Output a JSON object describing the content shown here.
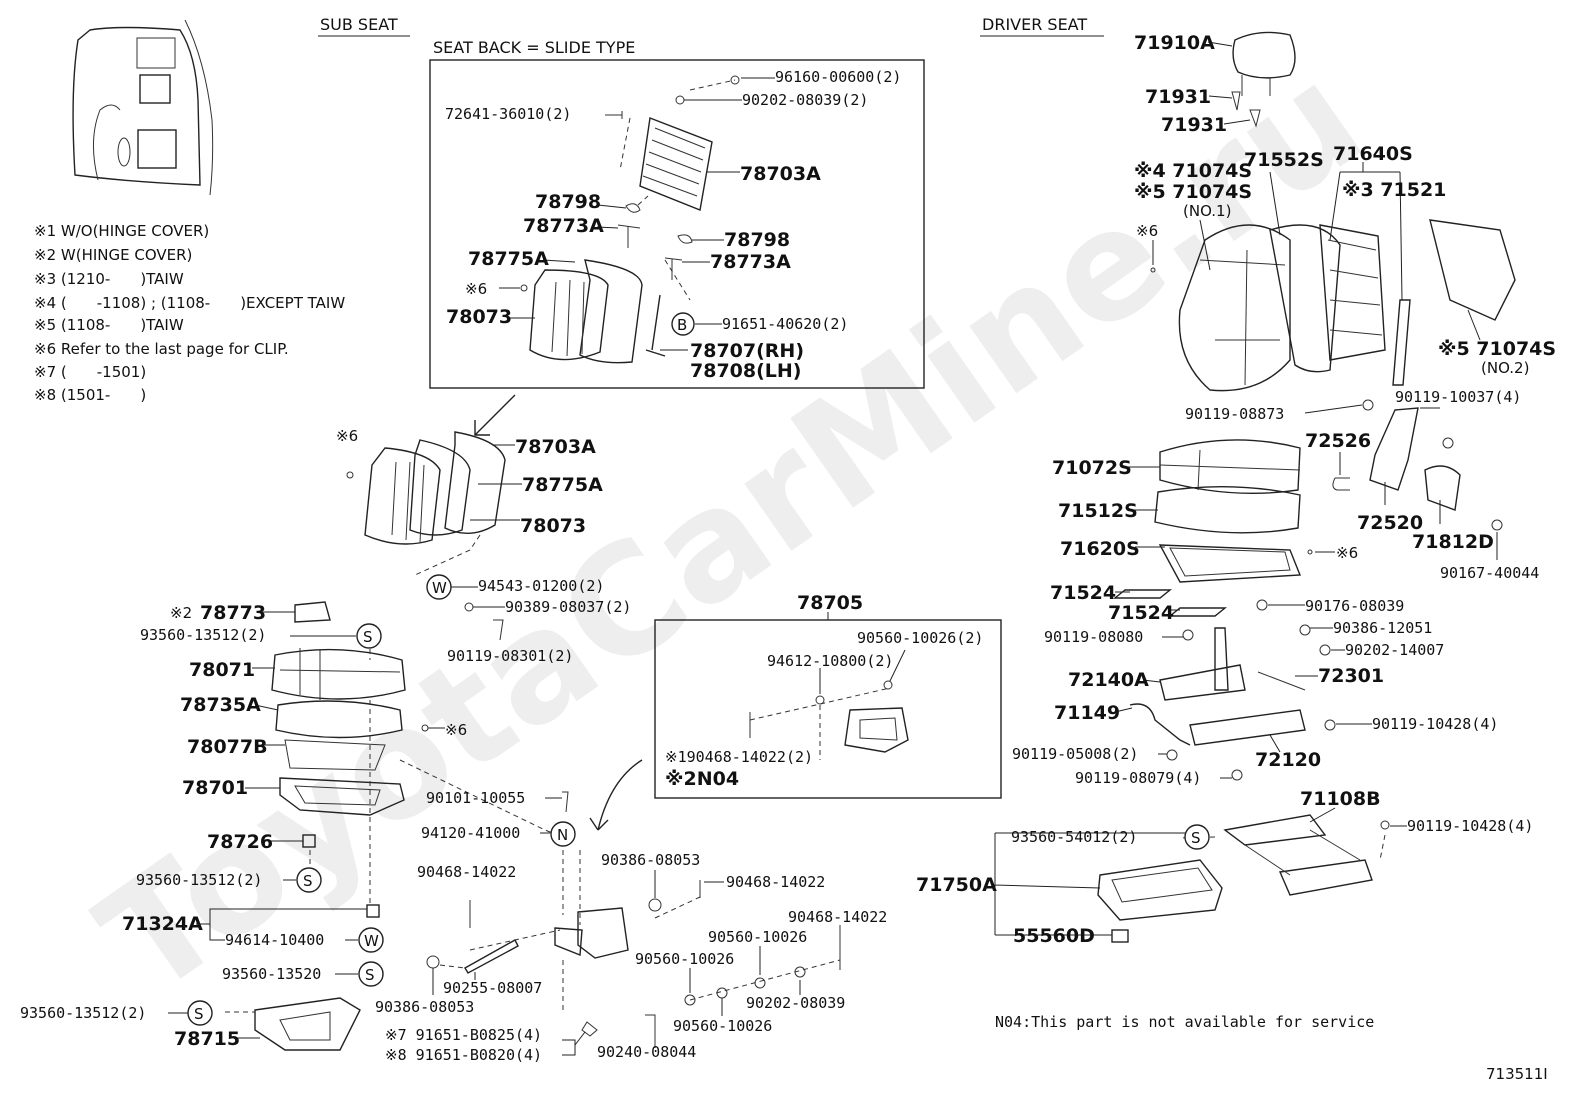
{
  "headers": {
    "sub_seat": "SUB SEAT",
    "driver_seat": "DRIVER SEAT",
    "seat_back_slide": "SEAT BACK = SLIDE TYPE"
  },
  "notes": [
    "※1 W/O(HINGE COVER)",
    "※2 W(HINGE COVER)",
    "※3 (1210-　　)TAIW",
    "※4 (　　-1108) ; (1108-　　)EXCEPT TAIW",
    "※5 (1108-　　)TAIW",
    "※6 Refer to the last page for CLIP.",
    "※7 (　　-1501)",
    "※8 (1501-　　)"
  ],
  "watermark": "ToyotaCarMine.ru",
  "footer": {
    "n04_note": "N04:This part is not available for service",
    "diagram_id": "713511I"
  },
  "labels": {
    "p1": "96160-00600(2)",
    "p2": "90202-08039(2)",
    "p3": "72641-36010(2)",
    "p4": "78703A",
    "p5": "78798",
    "p6": "78773A",
    "p7": "78798",
    "p8": "78773A",
    "p9": "78775A",
    "p10": "※6",
    "p11": "78073",
    "p12": "91651-40620(2)",
    "p13": "78707(RH)",
    "p14": "78708(LH)",
    "p15": "※6",
    "p16": "78703A",
    "p17": "78775A",
    "p18": "78073",
    "p19": "94543-01200(2)",
    "p20": "90389-08037(2)",
    "p21": "90119-08301(2)",
    "p22": "※2",
    "p23": "78773",
    "p24": "93560-13512(2)",
    "p25": "78071",
    "p26": "78735A",
    "p27": "※6",
    "p28": "78077B",
    "p29": "78701",
    "p30": "90101-10055",
    "p31": "94120-41000",
    "p32": "78726",
    "p33": "93560-13512(2)",
    "p34": "71324A",
    "p35": "94614-10400",
    "p36": "93560-13520",
    "p37": "93560-13512(2)",
    "p38": "78715",
    "p39": "78705",
    "p40": "90560-10026(2)",
    "p41": "94612-10800(2)",
    "p42": "※190468-14022(2)",
    "p43": "※2N04",
    "p44": "90386-08053",
    "p45": "90468-14022",
    "p46": "90468-14022",
    "p47": "90468-14022",
    "p48": "90560-10026",
    "p49": "90560-10026",
    "p50": "90255-08007",
    "p51": "90202-08039",
    "p52": "90386-08053",
    "p53": "90560-10026",
    "p54": "※7 91651-B0825(4)",
    "p55": "※8 91651-B0820(4)",
    "p56": "90240-08044",
    "d1": "71910A",
    "d2": "71931",
    "d3": "71931",
    "d4": "※4 71074S",
    "d5": "※5 71074S",
    "d6": "(NO.1)",
    "d7": "71552S",
    "d8": "71640S",
    "d9": "※3 71521",
    "d10": "※6",
    "d11": "※5 71074S",
    "d12": "(NO.2)",
    "d13": "90119-08873",
    "d14": "90119-10037(4)",
    "d15": "72526",
    "d16": "71072S",
    "d17": "71512S",
    "d18": "72520",
    "d19": "71812D",
    "d20": "71620S",
    "d21": "※6",
    "d22": "90167-40044",
    "d23": "71524",
    "d24": "71524",
    "d25": "90176-08039",
    "d26": "90119-08080",
    "d27": "90386-12051",
    "d28": "90202-14007",
    "d29": "72140A",
    "d30": "72301",
    "d31": "71149",
    "d32": "90119-10428(4)",
    "d33": "90119-05008(2)",
    "d34": "72120",
    "d35": "90119-08079(4)",
    "d36": "71108B",
    "d37": "93560-54012(2)",
    "d38": "90119-10428(4)",
    "d39": "71750A",
    "d40": "55560D"
  },
  "markers": {
    "B": "B",
    "W1": "W",
    "S1": "S",
    "S2": "S",
    "W2": "W",
    "S3": "S",
    "S4": "S",
    "N": "N",
    "S5": "S"
  }
}
